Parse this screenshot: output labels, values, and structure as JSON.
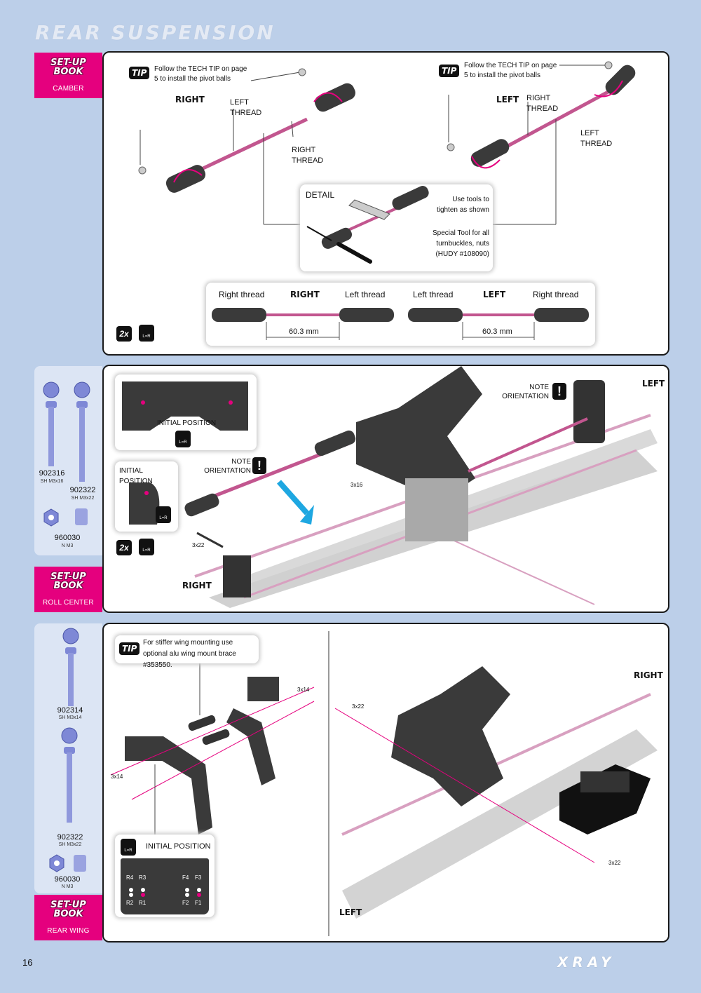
{
  "page": {
    "title": "REAR SUSPENSION",
    "page_number": "16",
    "brand": "XRAY"
  },
  "setup_book": {
    "logo": "SET-UP BOOK"
  },
  "section1": {
    "tab": "CAMBER",
    "tip_badge": "TIP",
    "tip_right": "Follow the TECH TIP on page 5 to install the pivot balls",
    "tip_left": "Follow the TECH TIP on page 5 to install the pivot balls",
    "right_label": "RIGHT",
    "left_label": "LEFT",
    "left_thread_a": "LEFT THREAD",
    "right_thread_a": "RIGHT THREAD",
    "right_thread_b": "RIGHT THREAD",
    "left_thread_b": "LEFT THREAD",
    "detail": {
      "label": "DETAIL",
      "note1": "Use tools to tighten as shown",
      "note2": "Special Tool for all turnbuckles, nuts (HUDY #108090)"
    },
    "spec": {
      "right_thread1": "Right thread",
      "right_label": "RIGHT",
      "left_thread1": "Left thread",
      "left_thread2": "Left thread",
      "left_label": "LEFT",
      "right_thread2": "Right thread",
      "dim1": "60.3 mm",
      "dim2": "60.3 mm"
    },
    "qty": "2x",
    "lr": "L=R"
  },
  "section2": {
    "tab": "ROLL CENTER",
    "parts": [
      {
        "num": "902316",
        "desc": "SH M3x16"
      },
      {
        "num": "902322",
        "desc": "SH M3x22"
      },
      {
        "num": "960030",
        "desc": "N M3"
      }
    ],
    "initial_position_1": "INITIAL POSITION",
    "initial_position_2": "INITIAL POSITION",
    "note_orientation_1": "NOTE ORIENTATION",
    "note_orientation_2": "NOTE ORIENTATION",
    "left_label": "LEFT",
    "right_label": "RIGHT",
    "screw_a": "3x16",
    "screw_b": "3x22",
    "qty": "2x",
    "lr": "L=R"
  },
  "section3": {
    "tab": "REAR WING",
    "parts": [
      {
        "num": "902314",
        "desc": "SH M3x14"
      },
      {
        "num": "902322",
        "desc": "SH M3x22"
      },
      {
        "num": "960030",
        "desc": "N M3"
      }
    ],
    "tip_badge": "TIP",
    "tip": "For stiffer wing mounting use optional alu wing mount brace #353550.",
    "screw_a": "3x14",
    "screw_b": "3x14",
    "screw_c": "3x22",
    "screw_d": "3x22",
    "initial_position": "INITIAL POSITION",
    "lr": "L=R",
    "positions": [
      "R4",
      "R3",
      "R2",
      "R1",
      "F4",
      "F3",
      "F2",
      "F1"
    ],
    "right_label": "RIGHT",
    "left_label": "LEFT"
  }
}
